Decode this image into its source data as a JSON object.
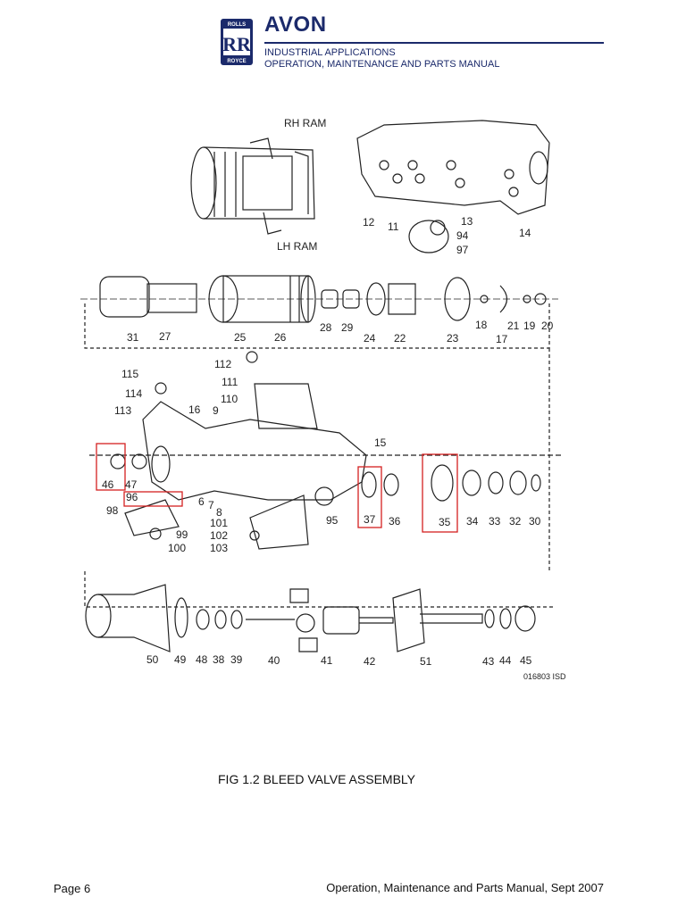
{
  "header": {
    "logo_top": "ROLLS",
    "logo_bottom": "ROYCE",
    "brand": "AVON",
    "line1": "INDUSTRIAL APPLICATIONS",
    "line2": "OPERATION, MAINTENANCE AND PARTS MANUAL"
  },
  "figure": {
    "rh_ram": "RH RAM",
    "lh_ram": "LH RAM",
    "drawing_ref": "016803 ISD",
    "caption": "FIG  1.2 BLEED VALVE ASSEMBLY",
    "callouts": {
      "c12": "12",
      "c11": "11",
      "c13": "13",
      "c94": "94",
      "c97": "97",
      "c14": "14",
      "c31": "31",
      "c27": "27",
      "c25": "25",
      "c26": "26",
      "c28": "28",
      "c29": "29",
      "c24": "24",
      "c22": "22",
      "c23": "23",
      "c18": "18",
      "c21": "21",
      "c17": "17",
      "c19": "19",
      "c20": "20",
      "c115": "115",
      "c112": "112",
      "c111": "111",
      "c114": "114",
      "c110": "110",
      "c113": "113",
      "c16": "16",
      "c9": "9",
      "c15": "15",
      "c46": "46",
      "c47": "47",
      "c96": "96",
      "c98": "98",
      "c99": "99",
      "c100": "100",
      "c6": "6",
      "c7": "7",
      "c8": "8",
      "c101": "101",
      "c102": "102",
      "c103": "103",
      "c95": "95",
      "c37": "37",
      "c36": "36",
      "c35": "35",
      "c34": "34",
      "c33": "33",
      "c32": "32",
      "c30": "30",
      "c50": "50",
      "c49": "49",
      "c48": "48",
      "c38": "38",
      "c39": "39",
      "c40": "40",
      "c41": "41",
      "c42": "42",
      "c51": "51",
      "c43": "43",
      "c44": "44",
      "c45": "45"
    }
  },
  "footer": {
    "page": "Page 6",
    "title": "Operation, Maintenance and Parts Manual, Sept 2007"
  }
}
